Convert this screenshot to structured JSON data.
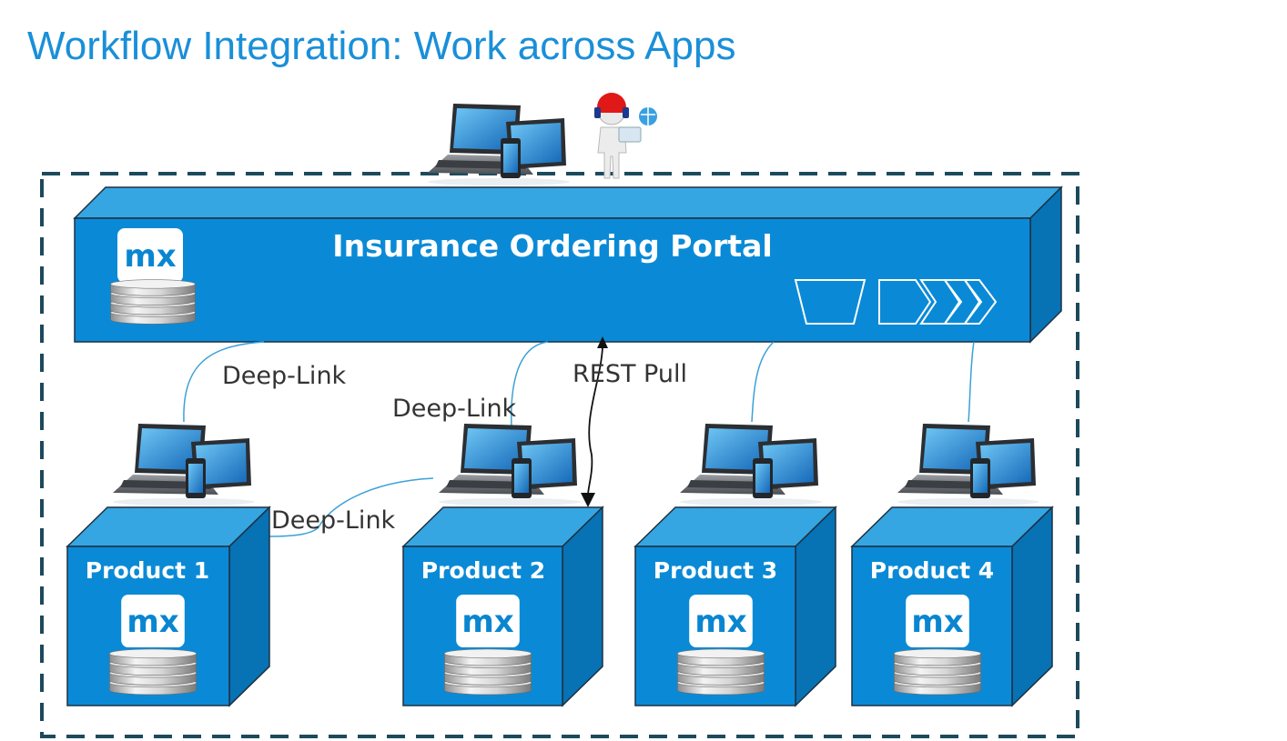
{
  "title": "Workflow Integration: Work across Apps",
  "portal": {
    "title": "Insurance Ordering Portal",
    "logo": "mx"
  },
  "products": [
    {
      "label": "Product 1",
      "logo": "mx"
    },
    {
      "label": "Product 2",
      "logo": "mx"
    },
    {
      "label": "Product 3",
      "logo": "mx"
    },
    {
      "label": "Product 4",
      "logo": "mx"
    }
  ],
  "connections": {
    "deep_link_1": "Deep-Link",
    "deep_link_2": "Deep-Link",
    "deep_link_3": "Deep-Link",
    "rest_pull": "REST Pull"
  },
  "colors": {
    "box_front": "#0a8ad6",
    "box_top": "#35a6e2",
    "box_side": "#0772b4",
    "title": "#1a8fd8",
    "dashed_border": "#1c4a5c"
  },
  "icons": [
    "devices-icon",
    "support-person-icon",
    "database-icon",
    "mx-logo-icon",
    "process-chevrons-icon"
  ]
}
